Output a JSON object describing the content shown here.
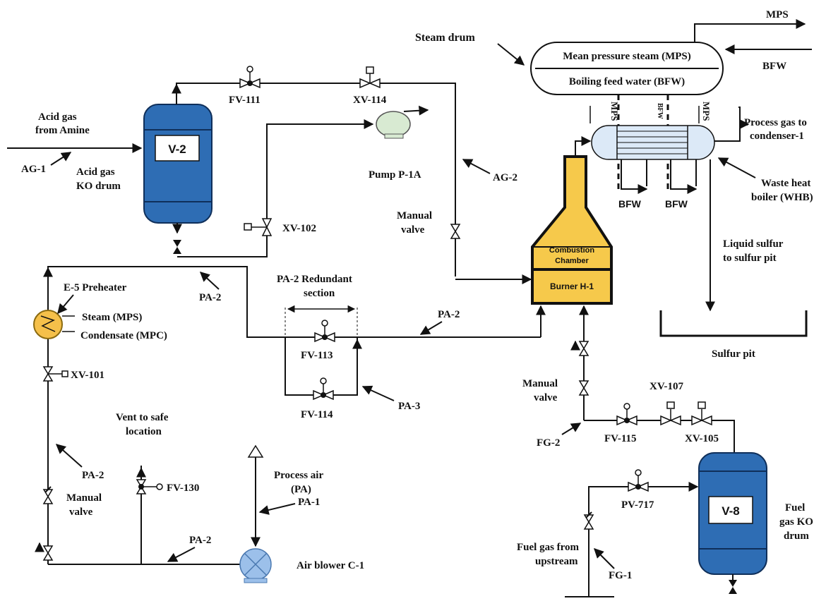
{
  "labels": {
    "mps_out": "MPS",
    "bfw_in": "BFW",
    "steam_drum": "Steam drum",
    "drum_mps": "Mean pressure steam (MPS)",
    "drum_bfw": "Boiling feed water (BFW)",
    "whb_mps_left": "MPS",
    "whb_bfw_mid": "BFW",
    "whb_mps_right": "MPS",
    "process_gas_1": "Process gas to",
    "process_gas_2": "condenser-1",
    "waste_heat_1": "Waste heat",
    "waste_heat_2": "boiler (WHB)",
    "bfw_left": "BFW",
    "bfw_right": "BFW",
    "liquid_sulfur_1": "Liquid sulfur",
    "liquid_sulfur_2": "to sulfur pit",
    "sulfur_pit": "Sulfur pit",
    "acid_gas_1": "Acid gas",
    "acid_gas_2": "from Amine",
    "ag1": "AG-1",
    "ko_drum_1": "Acid gas",
    "ko_drum_2": "KO drum",
    "v2": "V-2",
    "fv111": "FV-111",
    "xv114": "XV-114",
    "pump": "Pump P-1A",
    "ag2": "AG-2",
    "xv102": "XV-102",
    "manual_valve_ag_1": "Manual",
    "manual_valve_ag_2": "valve",
    "combustion_1": "Combustion",
    "combustion_2": "Chamber",
    "burner": "Burner H-1",
    "e5": "E-5 Preheater",
    "pa2_a": "PA-2",
    "steam_mps": "Steam (MPS)",
    "condensate": "Condensate (MPC)",
    "redundant_1": "PA-2 Redundant",
    "redundant_2": "section",
    "pa2_b": "PA-2",
    "fv113": "FV-113",
    "fv114": "FV-114",
    "pa3": "PA-3",
    "xv101": "XV-101",
    "pa2_c": "PA-2",
    "vent_1": "Vent to safe",
    "vent_2": "location",
    "fv130": "FV-130",
    "manual_valve_pa_1": "Manual",
    "manual_valve_pa_2": "valve",
    "process_air_1": "Process air",
    "process_air_2": "(PA)",
    "pa1": "PA-1",
    "pa2_d": "PA-2",
    "air_blower": "Air blower C-1",
    "manual_valve_fg_1": "Manual",
    "manual_valve_fg_2": "valve",
    "xv107": "XV-107",
    "fg2": "FG-2",
    "fv115": "FV-115",
    "xv105": "XV-105",
    "pv717": "PV-717",
    "v8": "V-8",
    "fuel_ko_1": "Fuel",
    "fuel_ko_2": "gas KO",
    "fuel_ko_3": "drum",
    "fuel_upstream_1": "Fuel gas from",
    "fuel_upstream_2": "upstream",
    "fg1": "FG-1"
  },
  "colors": {
    "vessel_blue": "#2e6db4",
    "chamber_yellow": "#f6c94b",
    "preheater_orange": "#f5c04a",
    "exchanger_blue": "#dce9f7",
    "blower_blue": "#9cc0ea",
    "pump_green": "#d8ead2"
  }
}
